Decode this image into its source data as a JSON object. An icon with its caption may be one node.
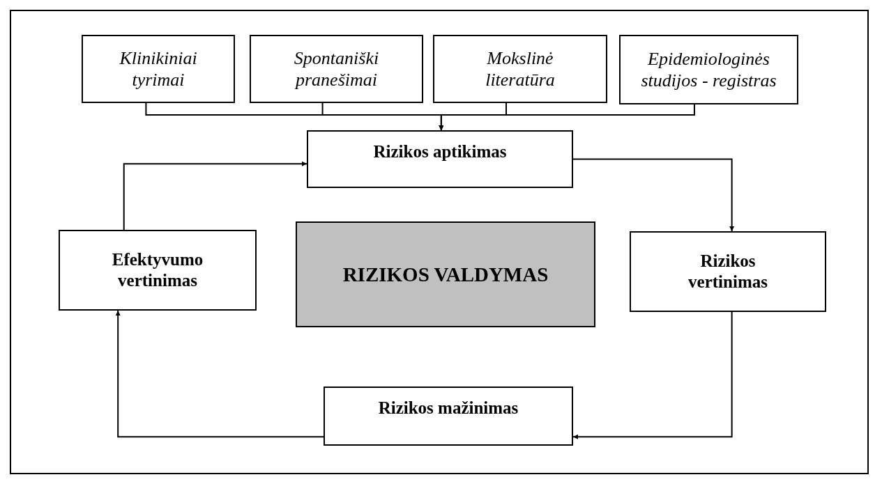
{
  "diagram": {
    "nodes": [
      {
        "text": [
          "Klinikiniai tyrimai"
        ]
      },
      {
        "text": [
          "Spontaniški pranešimai"
        ]
      },
      {
        "text": [
          "Mokslinė literatūra"
        ]
      },
      {
        "text": [
          "Epidemiologinės studijos - registras"
        ]
      },
      {
        "text": [
          "Rizikos aptikimas"
        ]
      },
      {
        "text": [
          "Efektyvumo vertinimas"
        ]
      },
      {
        "text": [
          "RIZIKOS VALDYMAS"
        ]
      },
      {
        "text": [
          "Rizikos vertinimas"
        ]
      },
      {
        "text": [
          "Rizikos mažinimas"
        ]
      }
    ],
    "edges": [
      {
        "from": 0,
        "to": 4,
        "arrow": "to"
      },
      {
        "from": 1,
        "to": 4,
        "arrow": "to"
      },
      {
        "from": 2,
        "to": 4,
        "arrow": "to"
      },
      {
        "from": 3,
        "to": 4,
        "arrow": "to"
      },
      {
        "from": 4,
        "to": 7,
        "arrow": "to"
      },
      {
        "from": 7,
        "to": 8,
        "arrow": "to"
      },
      {
        "from": 8,
        "to": 5,
        "arrow": "to"
      },
      {
        "from": 5,
        "to": 4,
        "arrow": "to"
      }
    ]
  }
}
